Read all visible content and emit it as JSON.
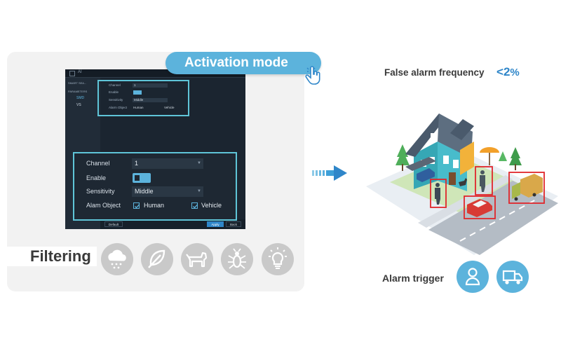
{
  "activation": {
    "label": "Activation mode",
    "icon": "hand-pointer-icon"
  },
  "dvr": {
    "title": "AI",
    "sidebar": {
      "menu": "SMART SEA...",
      "menu2": "PARAMETERS",
      "sub1": "SMD",
      "sub2": "VS"
    },
    "small": {
      "channel_label": "Channel",
      "channel_value": "1",
      "enable_label": "Enable",
      "sensitivity_label": "Sensitivity",
      "sensitivity_value": "Middle",
      "alarm_label": "Alarm Object",
      "human": "Human",
      "vehicle": "Vehicle"
    },
    "default_button": "Default",
    "apply_button": "Apply",
    "back_button": "Back"
  },
  "panel": {
    "channel_label": "Channel",
    "channel_value": "1",
    "enable_label": "Enable",
    "sensitivity_label": "Sensitivity",
    "sensitivity_value": "Middle",
    "alarm_label": "Alam Object",
    "human_label": "Human",
    "vehicle_label": "Vehicle"
  },
  "filtering": {
    "label": "Filtering",
    "icons": [
      "rain-cloud-icon",
      "leaf-icon",
      "dog-icon",
      "insect-icon",
      "light-bulb-icon"
    ]
  },
  "false_alarm": {
    "label": "False alarm frequency",
    "symbol": "<",
    "number": "2",
    "unit": "%"
  },
  "alarm_trigger": {
    "label": "Alarm trigger",
    "icons": [
      "person-icon",
      "truck-icon"
    ]
  },
  "colors": {
    "accent": "#5cb3dc",
    "highlight": "#5fc5d8",
    "detection_box": "#e0262b",
    "blue_text": "#2f86c9",
    "icon_grey": "#c9c9c9"
  }
}
